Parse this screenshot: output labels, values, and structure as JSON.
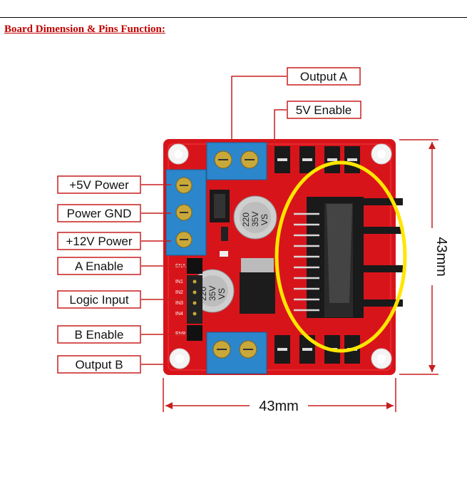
{
  "heading": "Board Dimension & Pins Function:",
  "labels": {
    "output_a": "Output A",
    "five_v_enable": "5V Enable",
    "plus5v_power": "+5V Power",
    "power_gnd": "Power GND",
    "plus12v_power": "+12V Power",
    "a_enable": "A Enable",
    "logic_input": "Logic Input",
    "b_enable": "B Enable",
    "output_b": "Output B"
  },
  "dimensions": {
    "width": "43mm",
    "height": "43mm"
  },
  "capacitor_text": {
    "line1": "220",
    "line2": "35V",
    "line3": "VS"
  },
  "silkscreen": {
    "ena": "ENA",
    "in1": "IN1",
    "in2": "IN2",
    "in3": "IN3",
    "in4": "IN4",
    "enb": "ENB"
  },
  "colors": {
    "board": "#d8141b",
    "terminal": "#2b86cc",
    "highlight": "#ffe600",
    "heading": "#c00000"
  }
}
